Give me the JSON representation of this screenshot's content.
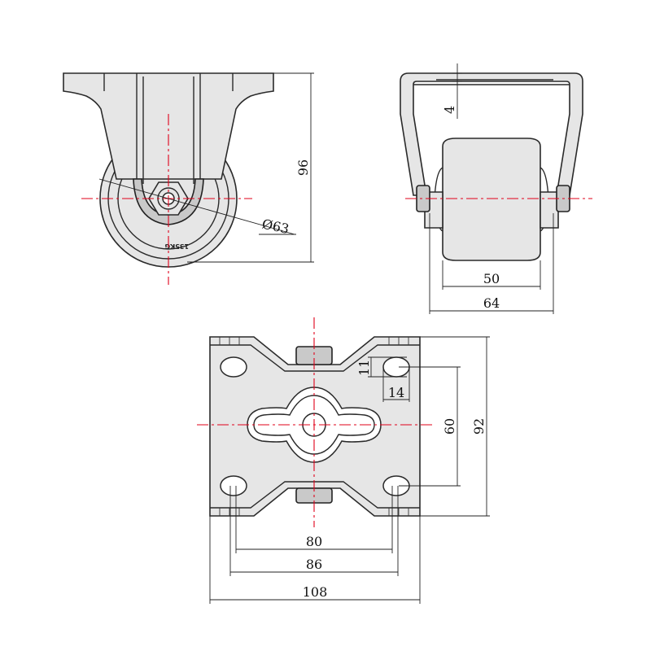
{
  "dimensions": {
    "wheel_height": "96",
    "wheel_diameter": "Ø63",
    "plate_thickness": "4",
    "wheel_width": "50",
    "overall_width": "64",
    "hole_height": "11",
    "hole_width": "14",
    "hole_spacing_vertical": "60",
    "plate_length": "92",
    "hole_spacing_inner": "80",
    "hole_spacing_outer": "86",
    "plate_width": "108"
  },
  "wheel_marking": "135KG",
  "colors": {
    "centerline": "#e0001a",
    "outline": "#2a2a2a",
    "fill": "#e6e6e6"
  }
}
